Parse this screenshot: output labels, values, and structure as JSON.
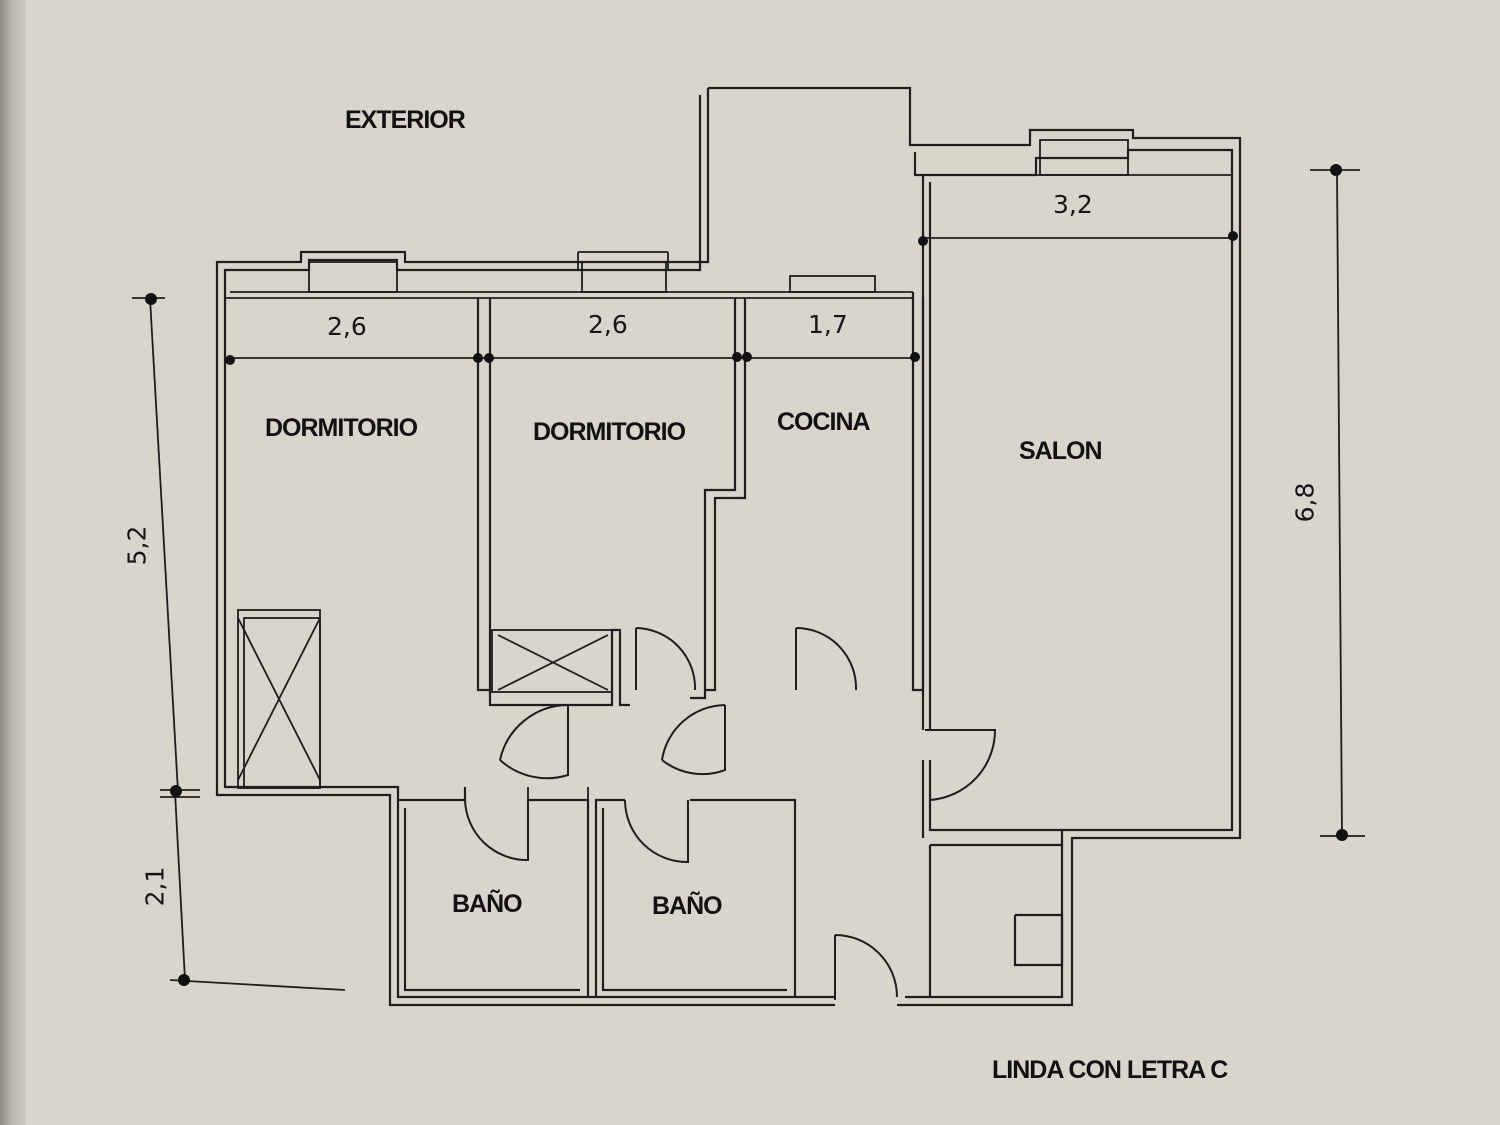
{
  "labels": {
    "exterior": "EXTERIOR",
    "linda": "LINDA CON LETRA C"
  },
  "rooms": {
    "dormitorio_1": "DORMITORIO",
    "dormitorio_2": "DORMITORIO",
    "cocina": "COCINA",
    "salon": "SALON",
    "bano_1": "BAÑO",
    "bano_2": "BAÑO"
  },
  "dimensions": {
    "terrace_1": "2,6",
    "terrace_2": "2,6",
    "terrace_3": "1,7",
    "terrace_4": "3,2",
    "left_upper": "5,2",
    "left_lower": "2,1",
    "right": "6,8"
  }
}
